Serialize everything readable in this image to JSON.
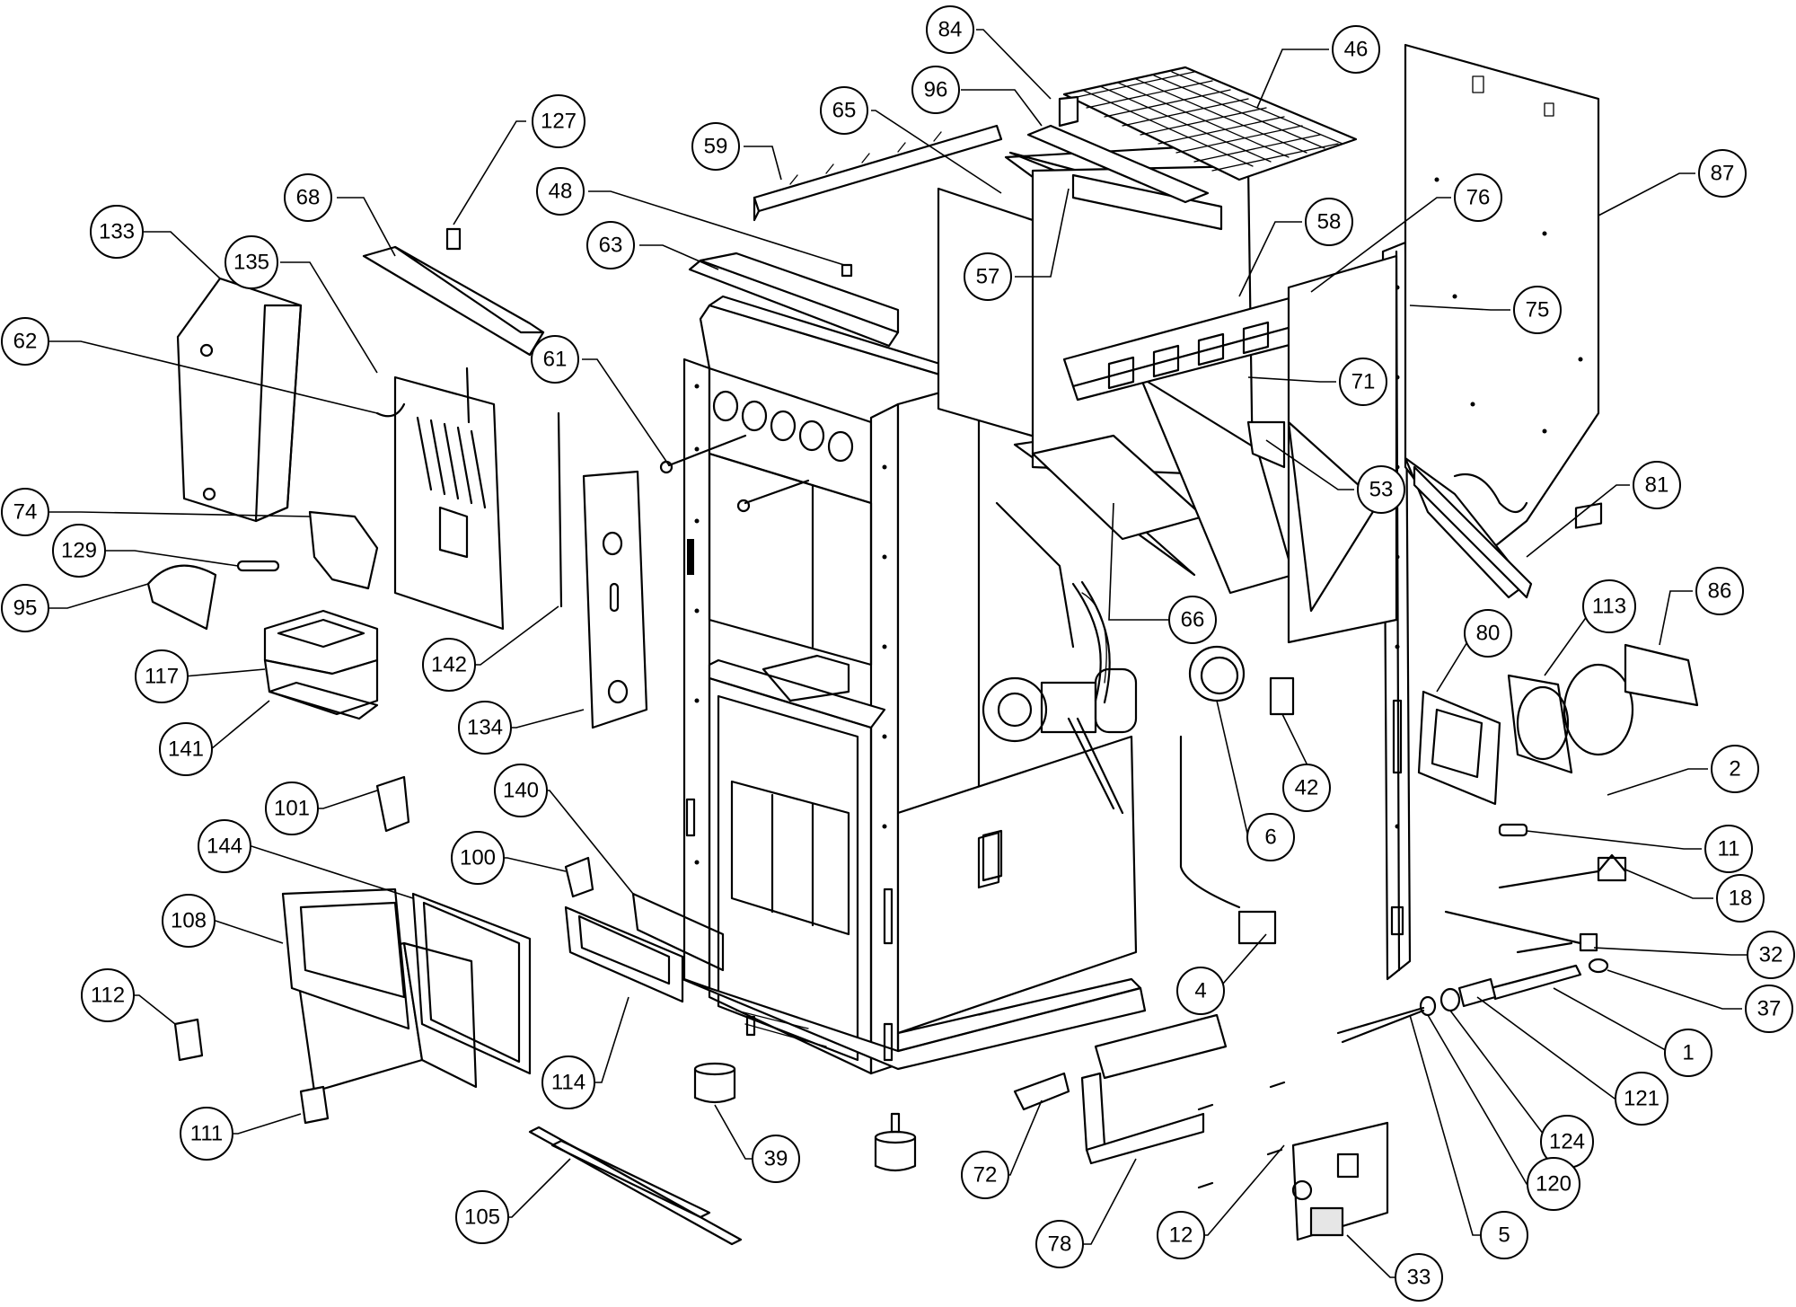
{
  "callouts": [
    {
      "label": "84"
    },
    {
      "label": "46"
    },
    {
      "label": "96"
    },
    {
      "label": "65"
    },
    {
      "label": "127"
    },
    {
      "label": "59"
    },
    {
      "label": "87"
    },
    {
      "label": "48"
    },
    {
      "label": "68"
    },
    {
      "label": "133"
    },
    {
      "label": "76"
    },
    {
      "label": "63"
    },
    {
      "label": "58"
    },
    {
      "label": "135"
    },
    {
      "label": "57"
    },
    {
      "label": "75"
    },
    {
      "label": "62"
    },
    {
      "label": "61"
    },
    {
      "label": "71"
    },
    {
      "label": "53"
    },
    {
      "label": "81"
    },
    {
      "label": "74"
    },
    {
      "label": "129"
    },
    {
      "label": "95"
    },
    {
      "label": "66"
    },
    {
      "label": "113"
    },
    {
      "label": "86"
    },
    {
      "label": "80"
    },
    {
      "label": "117"
    },
    {
      "label": "142"
    },
    {
      "label": "134"
    },
    {
      "label": "141"
    },
    {
      "label": "2"
    },
    {
      "label": "42"
    },
    {
      "label": "140"
    },
    {
      "label": "101"
    },
    {
      "label": "6"
    },
    {
      "label": "11"
    },
    {
      "label": "100"
    },
    {
      "label": "144"
    },
    {
      "label": "18"
    },
    {
      "label": "108"
    },
    {
      "label": "32"
    },
    {
      "label": "112"
    },
    {
      "label": "4"
    },
    {
      "label": "37"
    },
    {
      "label": "1"
    },
    {
      "label": "114"
    },
    {
      "label": "121"
    },
    {
      "label": "111"
    },
    {
      "label": "39"
    },
    {
      "label": "124"
    },
    {
      "label": "72"
    },
    {
      "label": "120"
    },
    {
      "label": "105"
    },
    {
      "label": "78"
    },
    {
      "label": "12"
    },
    {
      "label": "5"
    },
    {
      "label": "33"
    }
  ]
}
